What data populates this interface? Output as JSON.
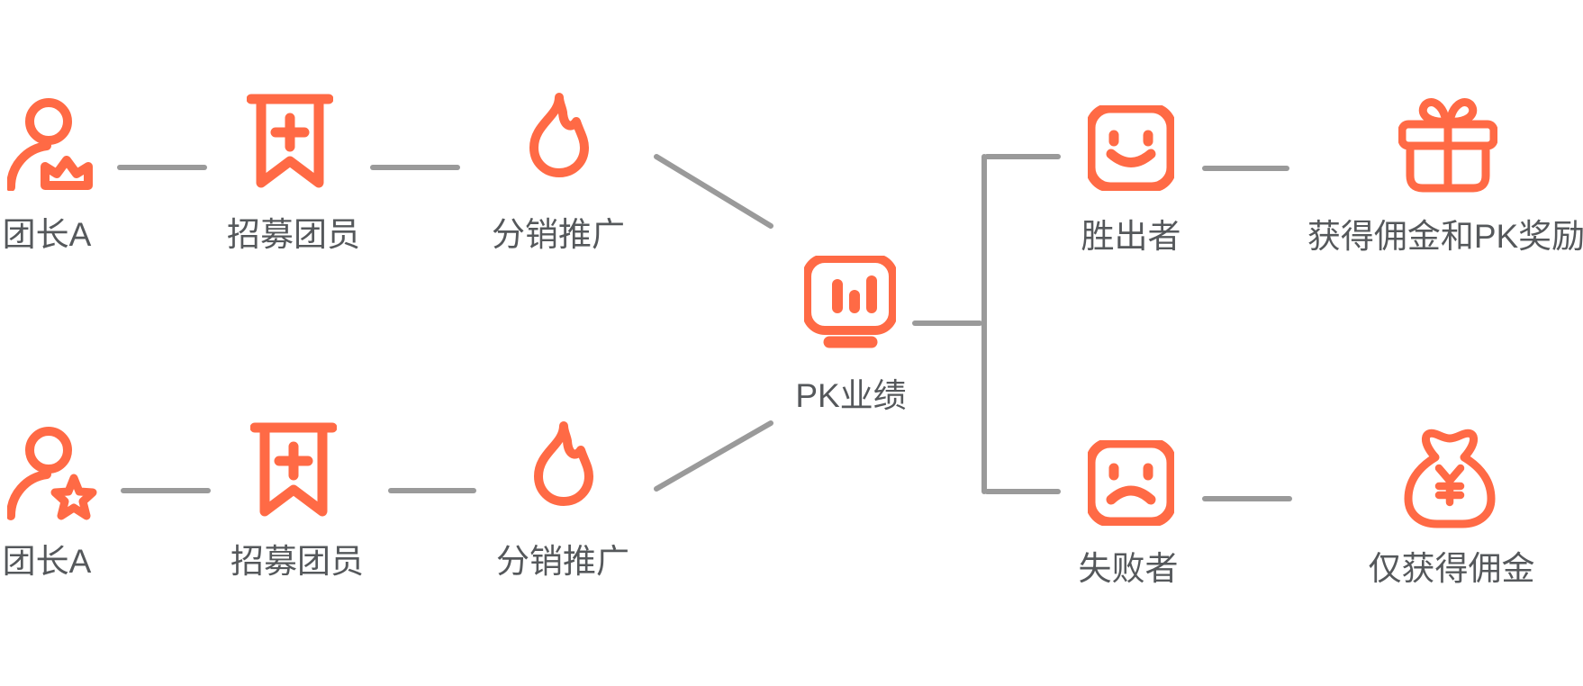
{
  "diagram": {
    "colors": {
      "accent": "#FF6A45",
      "label": "#55585B",
      "line": "#9A9A9A",
      "background": "#FFFFFF"
    },
    "nodes": {
      "leader_top": {
        "label": "团长A",
        "icon": "person-crown-icon"
      },
      "recruit_top": {
        "label": "招募团员",
        "icon": "pennant-plus-icon"
      },
      "promote_top": {
        "label": "分销推广",
        "icon": "flame-icon"
      },
      "leader_bottom": {
        "label": "团长A",
        "icon": "person-star-icon"
      },
      "recruit_bottom": {
        "label": "招募团员",
        "icon": "pennant-plus-icon"
      },
      "promote_bottom": {
        "label": "分销推广",
        "icon": "flame-icon"
      },
      "pk": {
        "label": "PK业绩",
        "icon": "monitor-chart-icon"
      },
      "winner": {
        "label": "胜出者",
        "icon": "smile-face-icon"
      },
      "winner_reward": {
        "label": "获得佣金和PK奖励",
        "icon": "gift-icon"
      },
      "loser": {
        "label": "失败者",
        "icon": "sad-face-icon"
      },
      "loser_reward": {
        "label": "仅获得佣金",
        "icon": "money-bag-icon"
      }
    }
  }
}
